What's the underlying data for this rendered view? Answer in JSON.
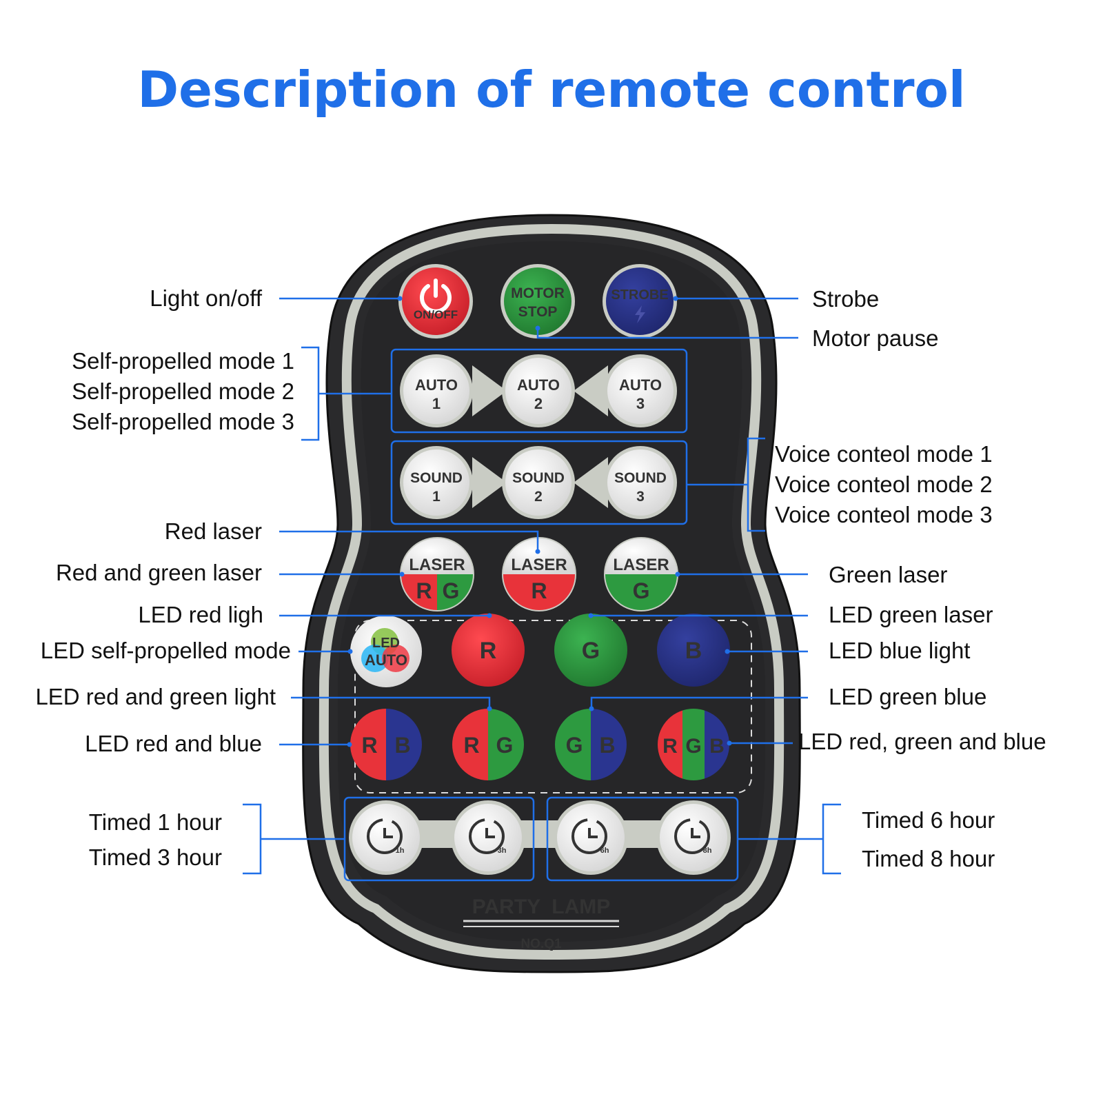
{
  "title": "Description of remote control",
  "colors": {
    "accent": "#1f6fe8",
    "remote_body": "#2a2a2c",
    "remote_rim": "#c9ccc4",
    "red": "#e8333a",
    "green": "#2d9a40",
    "blue": "#2a3590",
    "white_button": "#f4f4f4"
  },
  "buttons": {
    "onoff": "ON/OFF",
    "onoff_icon": "power-icon",
    "motor_stop": [
      "MOTOR",
      "STOP"
    ],
    "strobe": "STROBE",
    "strobe_icon": "lightning-icon",
    "auto": [
      "AUTO",
      "1",
      "2",
      "3"
    ],
    "sound": [
      "SOUND",
      "1",
      "2",
      "3"
    ],
    "laser": {
      "top": "LASER",
      "rg": [
        "R",
        "G"
      ],
      "r": "R",
      "g": "G"
    },
    "led": {
      "auto": [
        "LED",
        "AUTO"
      ],
      "r": "R",
      "g": "G",
      "b": "B",
      "rb": [
        "R",
        "B"
      ],
      "rg": [
        "R",
        "G"
      ],
      "gb": [
        "G",
        "B"
      ],
      "rgb": [
        "R",
        "G",
        "B"
      ]
    },
    "timer_icon": "clock-icon",
    "timers": [
      "1h",
      "3h",
      "6h",
      "8h"
    ],
    "brand": "PARTY  LAMP",
    "model": "NO.Q1"
  },
  "labels": {
    "light_onoff": "Light on/off",
    "strobe": "Strobe",
    "motor_pause": "Motor pause",
    "self1": "Self-propelled mode 1",
    "self2": "Self-propelled mode 2",
    "self3": "Self-propelled mode 3",
    "voice1": "Voice conteol mode 1",
    "voice2": "Voice conteol mode 2",
    "voice3": "Voice conteol mode 3",
    "red_laser": "Red laser",
    "rg_laser": "Red and green laser",
    "green_laser": "Green laser",
    "led_red": "LED red ligh",
    "led_green_laser": "LED green laser",
    "led_self": "LED self-propelled mode",
    "led_blue": "LED blue light",
    "led_rg": "LED red and green light",
    "led_gb": "LED green blue",
    "led_rb": "LED red and blue",
    "led_rgb": "LED red, green and blue",
    "t1": "Timed 1 hour",
    "t3": "Timed 3 hour",
    "t6": "Timed 6 hour",
    "t8": "Timed 8 hour"
  }
}
